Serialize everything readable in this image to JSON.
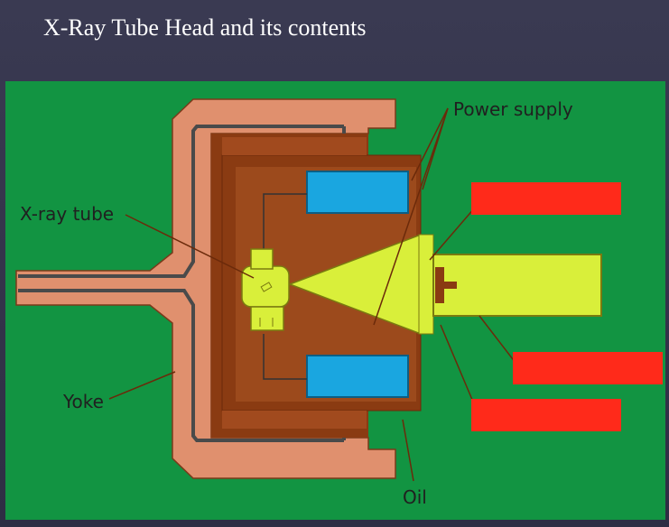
{
  "slide": {
    "title": "X-Ray Tube Head and its contents"
  },
  "diagram": {
    "labels": {
      "power_supply": "Power supply",
      "xray_tube": "X-ray tube",
      "yoke": "Yoke",
      "oil": "Oil"
    },
    "redacted_label_count": 3
  },
  "colors": {
    "background": "#32324a",
    "panel": "#129442",
    "yoke": "#e0906e",
    "housing": "#8a3b12",
    "housing_inner": "#9c4a1c",
    "transformer": "#1aa6e0",
    "tube_yellow": "#d9ef3a",
    "redaction": "#ff2a1a"
  }
}
